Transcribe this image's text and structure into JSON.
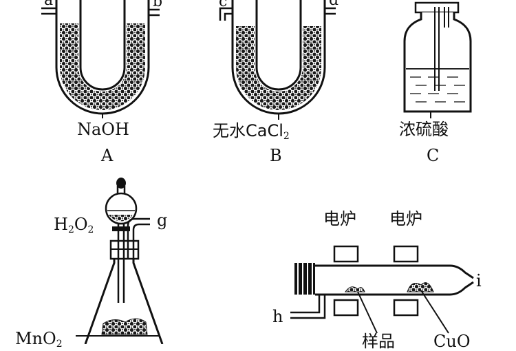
{
  "colors": {
    "ink": "#111111",
    "liquid_line": "#333333",
    "granule": "#222222"
  },
  "apparatus": {
    "A": {
      "tag": "A",
      "reagent": "NaOH",
      "port_left": "a",
      "port_right": "b"
    },
    "B": {
      "tag": "B",
      "reagent_main": "无水CaCl",
      "reagent_sub": "2",
      "port_left": "c",
      "port_right": "d"
    },
    "C": {
      "tag": "C",
      "reagent": "浓硫酸"
    },
    "generator": {
      "funnel_reagent_main": "H",
      "funnel_sub_1": "2",
      "funnel_mid": "O",
      "funnel_sub_2": "2",
      "outlet": "g",
      "solid_main": "MnO",
      "solid_sub": "2"
    },
    "tube": {
      "heater_left": "电炉",
      "heater_right": "电炉",
      "inlet": "h",
      "outlet": "i",
      "sample_label": "样品",
      "oxide_label": "CuO"
    }
  }
}
